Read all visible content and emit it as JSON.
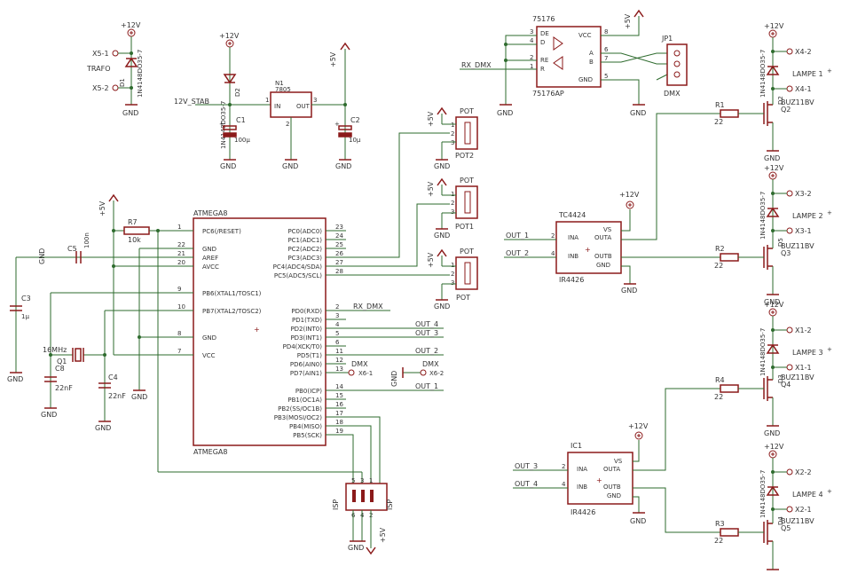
{
  "supply_labels": {
    "v12": "+12V",
    "v5": "+5V",
    "gnd": "GND",
    "v12_stab": "12V_STAB",
    "cap_plus": "+"
  },
  "transformer": {
    "x1": "X5-1",
    "x2": "X5-2",
    "label": "TRAFO",
    "diode": "1N4148DO35-7",
    "diode_ref": "D1"
  },
  "regulator": {
    "ref": "N1",
    "value": "7805",
    "pin_in": "IN",
    "pin_out": "OUT",
    "pin1": "1",
    "pin2": "2",
    "pin3": "3",
    "diode": "1N4148DO35-7",
    "diode_ref": "D2",
    "c1": "C1",
    "c1_val": "100µ",
    "c2": "C2",
    "c2_val": "10µ"
  },
  "mcu": {
    "ref": "ATMEGA8",
    "bottom": "ATMEGA8",
    "left_pins": [
      {
        "num": "1",
        "name": "PC6(/RESET)"
      },
      {
        "num": "22",
        "name": "GND"
      },
      {
        "num": "21",
        "name": "AREF"
      },
      {
        "num": "20",
        "name": "AVCC"
      },
      {
        "num": "9",
        "name": "PB6(XTAL1/TOSC1)"
      },
      {
        "num": "10",
        "name": "PB7(XTAL2/TOSC2)"
      },
      {
        "num": "8",
        "name": "GND"
      },
      {
        "num": "7",
        "name": "VCC"
      }
    ],
    "right_pins": [
      {
        "num": "23",
        "name": "PC0(ADC0)"
      },
      {
        "num": "24",
        "name": "PC1(ADC1)"
      },
      {
        "num": "25",
        "name": "PC2(ADC2)"
      },
      {
        "num": "26",
        "name": "PC3(ADC3)"
      },
      {
        "num": "27",
        "name": "PC4(ADC4/SDA)"
      },
      {
        "num": "28",
        "name": "PC5(ADC5/SCL)"
      },
      {
        "num": "2",
        "name": "PD0(RXD)"
      },
      {
        "num": "3",
        "name": "PD1(TXD)"
      },
      {
        "num": "4",
        "name": "PD2(INT0)"
      },
      {
        "num": "5",
        "name": "PD3(INT1)"
      },
      {
        "num": "6",
        "name": "PD4(XCK/T0)"
      },
      {
        "num": "11",
        "name": "PD5(T1)"
      },
      {
        "num": "12",
        "name": "PD6(AIN0)"
      },
      {
        "num": "13",
        "name": "PD7(AIN1)"
      },
      {
        "num": "14",
        "name": "PB0(ICP)"
      },
      {
        "num": "15",
        "name": "PB1(OC1A)"
      },
      {
        "num": "16",
        "name": "PB2(SS/OC1B)"
      },
      {
        "num": "17",
        "name": "PB3(MOSI/OC2)"
      },
      {
        "num": "18",
        "name": "PB4(MISO)"
      },
      {
        "num": "19",
        "name": "PB5(SCK)"
      }
    ]
  },
  "passives": {
    "r7": "R7",
    "r7_val": "10k",
    "c5": "C5",
    "c5_val": "100n",
    "c3": "C3",
    "c3_val": "1µ",
    "crystal": "16MHz",
    "q1": "Q1",
    "c8": "C8",
    "c8_val": "22nF",
    "c4": "C4",
    "c4_val": "22nF"
  },
  "pots": [
    {
      "label": "POT",
      "ref": "POT2"
    },
    {
      "label": "POT",
      "ref": "POT1"
    },
    {
      "label": "POT",
      "ref": "POT"
    }
  ],
  "pin_nums": {
    "p1": "1",
    "p2": "2",
    "p3": "3",
    "p4": "4",
    "p5": "5",
    "p6": "6",
    "p7": "7",
    "p8": "8"
  },
  "nets": {
    "rx_dmx": "RX_DMX",
    "out1": "OUT_1",
    "out2": "OUT_2",
    "out3": "OUT_3",
    "out4": "OUT_4",
    "dmx": "DMX",
    "x61": "X6-1",
    "x62": "X6-2"
  },
  "rs485": {
    "ref": "75176",
    "value": "75176AP",
    "de": "DE",
    "re": "RE",
    "d": "D",
    "r": "R",
    "vcc": "VCC",
    "gnd": "GND",
    "a": "A",
    "b": "B",
    "jp": "JP1",
    "jp_label": "DMX"
  },
  "drivers": [
    {
      "ref": "TC4424",
      "value": "IR4426",
      "ina": "INA",
      "inb": "INB",
      "vs": "VS",
      "outa": "OUTA",
      "outb": "OUTB",
      "gnd": "GND"
    },
    {
      "ref": "IC1",
      "value": "IR4426",
      "ina": "INA",
      "inb": "INB",
      "vs": "VS",
      "outa": "OUTA",
      "outb": "OUTB",
      "gnd": "GND"
    }
  ],
  "resistors": [
    {
      "ref": "R1",
      "val": "22"
    },
    {
      "ref": "R2",
      "val": "22"
    },
    {
      "ref": "R4",
      "val": "22"
    },
    {
      "ref": "R3",
      "val": "22"
    }
  ],
  "lamps": [
    {
      "label": "LAMPE 1",
      "x_top": "X4-2",
      "x_bot": "X4-1",
      "diode": "1N4148DO35-7",
      "dref": "D2",
      "q": "Q2",
      "q_val": "BUZ11BV"
    },
    {
      "label": "LAMPE 2",
      "x_top": "X3-2",
      "x_bot": "X3-1",
      "diode": "1N4148DO35-7",
      "dref": "D5",
      "q": "Q3",
      "q_val": "BUZ11BV"
    },
    {
      "label": "LAMPE 3",
      "x_top": "X1-2",
      "x_bot": "X1-1",
      "diode": "1N4148DO35-7",
      "dref": "D3",
      "q": "Q4",
      "q_val": "BUZ11BV"
    },
    {
      "label": "LAMPE 4",
      "x_top": "X2-2",
      "x_bot": "X2-1",
      "diode": "1N4148DO35-7",
      "dref": "D4",
      "q": "Q5",
      "q_val": "BUZ11BV"
    }
  ],
  "isp": {
    "label": "ISP",
    "label2": "ISP"
  }
}
